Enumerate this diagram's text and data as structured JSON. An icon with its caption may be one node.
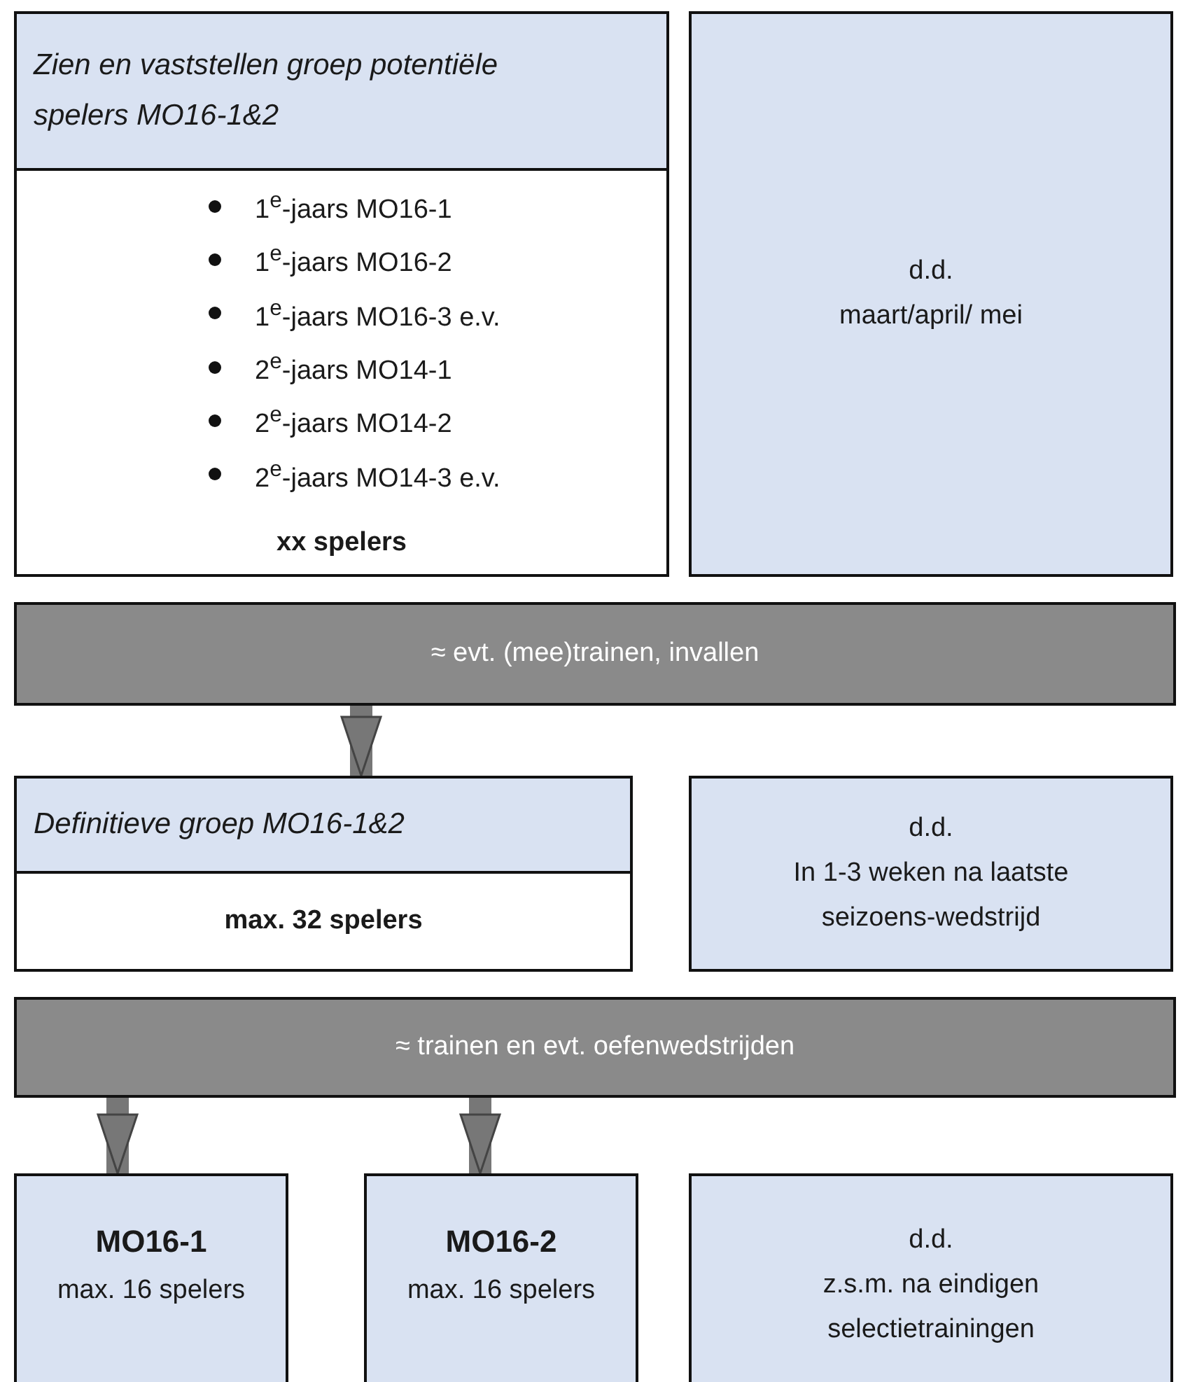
{
  "diagram": {
    "nodes": [
      {
        "text": [
          "Zien en vaststellen groep potentiële spelers MO16-1&2",
          "1$^{e}$-jaars MO16-1",
          "1$^{e}$-jaars MO16-2",
          "1$^{e}$-jaars MO16-3 e.v.",
          "2$^{e}$-jaars MO14-1",
          "2$^{e}$-jaars MO14-2",
          "2$^{e}$-jaars MO14-3 e.v.",
          "xx spelers"
        ]
      },
      {
        "text": [
          "d.d.",
          "maart/april/ mei"
        ]
      },
      {
        "text": [
          "≈ evt. (mee)trainen, invallen"
        ]
      },
      {
        "text": [
          "Definitieve groep MO16-1&2",
          "max. 32 spelers"
        ]
      },
      {
        "text": [
          "d.d.",
          "In 1-3 weken na laatste seizoens-wedstrijd"
        ]
      },
      {
        "text": [
          "≈ trainen en evt. oefenwedstrijden"
        ]
      },
      {
        "text": [
          "MO16-1",
          "max. 16 spelers"
        ]
      },
      {
        "text": [
          "MO16-2",
          "max. 16 spelers"
        ]
      },
      {
        "text": [
          "d.d.",
          "z.s.m. na eindigen selectietrainingen"
        ]
      }
    ],
    "edges": [
      {
        "from": 2,
        "to": 3,
        "arrow": "to"
      },
      {
        "from": 5,
        "to": 6,
        "arrow": "to"
      },
      {
        "from": 5,
        "to": 7,
        "arrow": "to"
      }
    ]
  }
}
